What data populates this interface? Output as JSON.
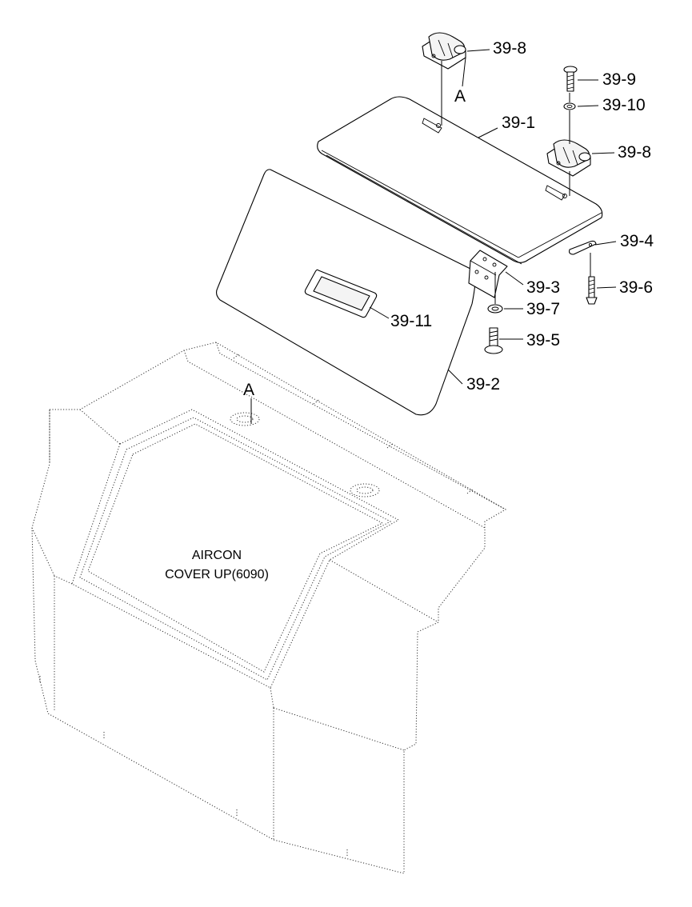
{
  "callouts": {
    "p39_1": "39-1",
    "p39_2": "39-2",
    "p39_3": "39-3",
    "p39_4": "39-4",
    "p39_5": "39-5",
    "p39_6": "39-6",
    "p39_7": "39-7",
    "p39_8a": "39-8",
    "p39_8b": "39-8",
    "p39_9": "39-9",
    "p39_10": "39-10",
    "p39_11": "39-11"
  },
  "detail_marks": {
    "upper": "A",
    "lower": "A"
  },
  "cover_note": {
    "line1": "AIRCON",
    "line2": "COVER UP(6090)"
  }
}
